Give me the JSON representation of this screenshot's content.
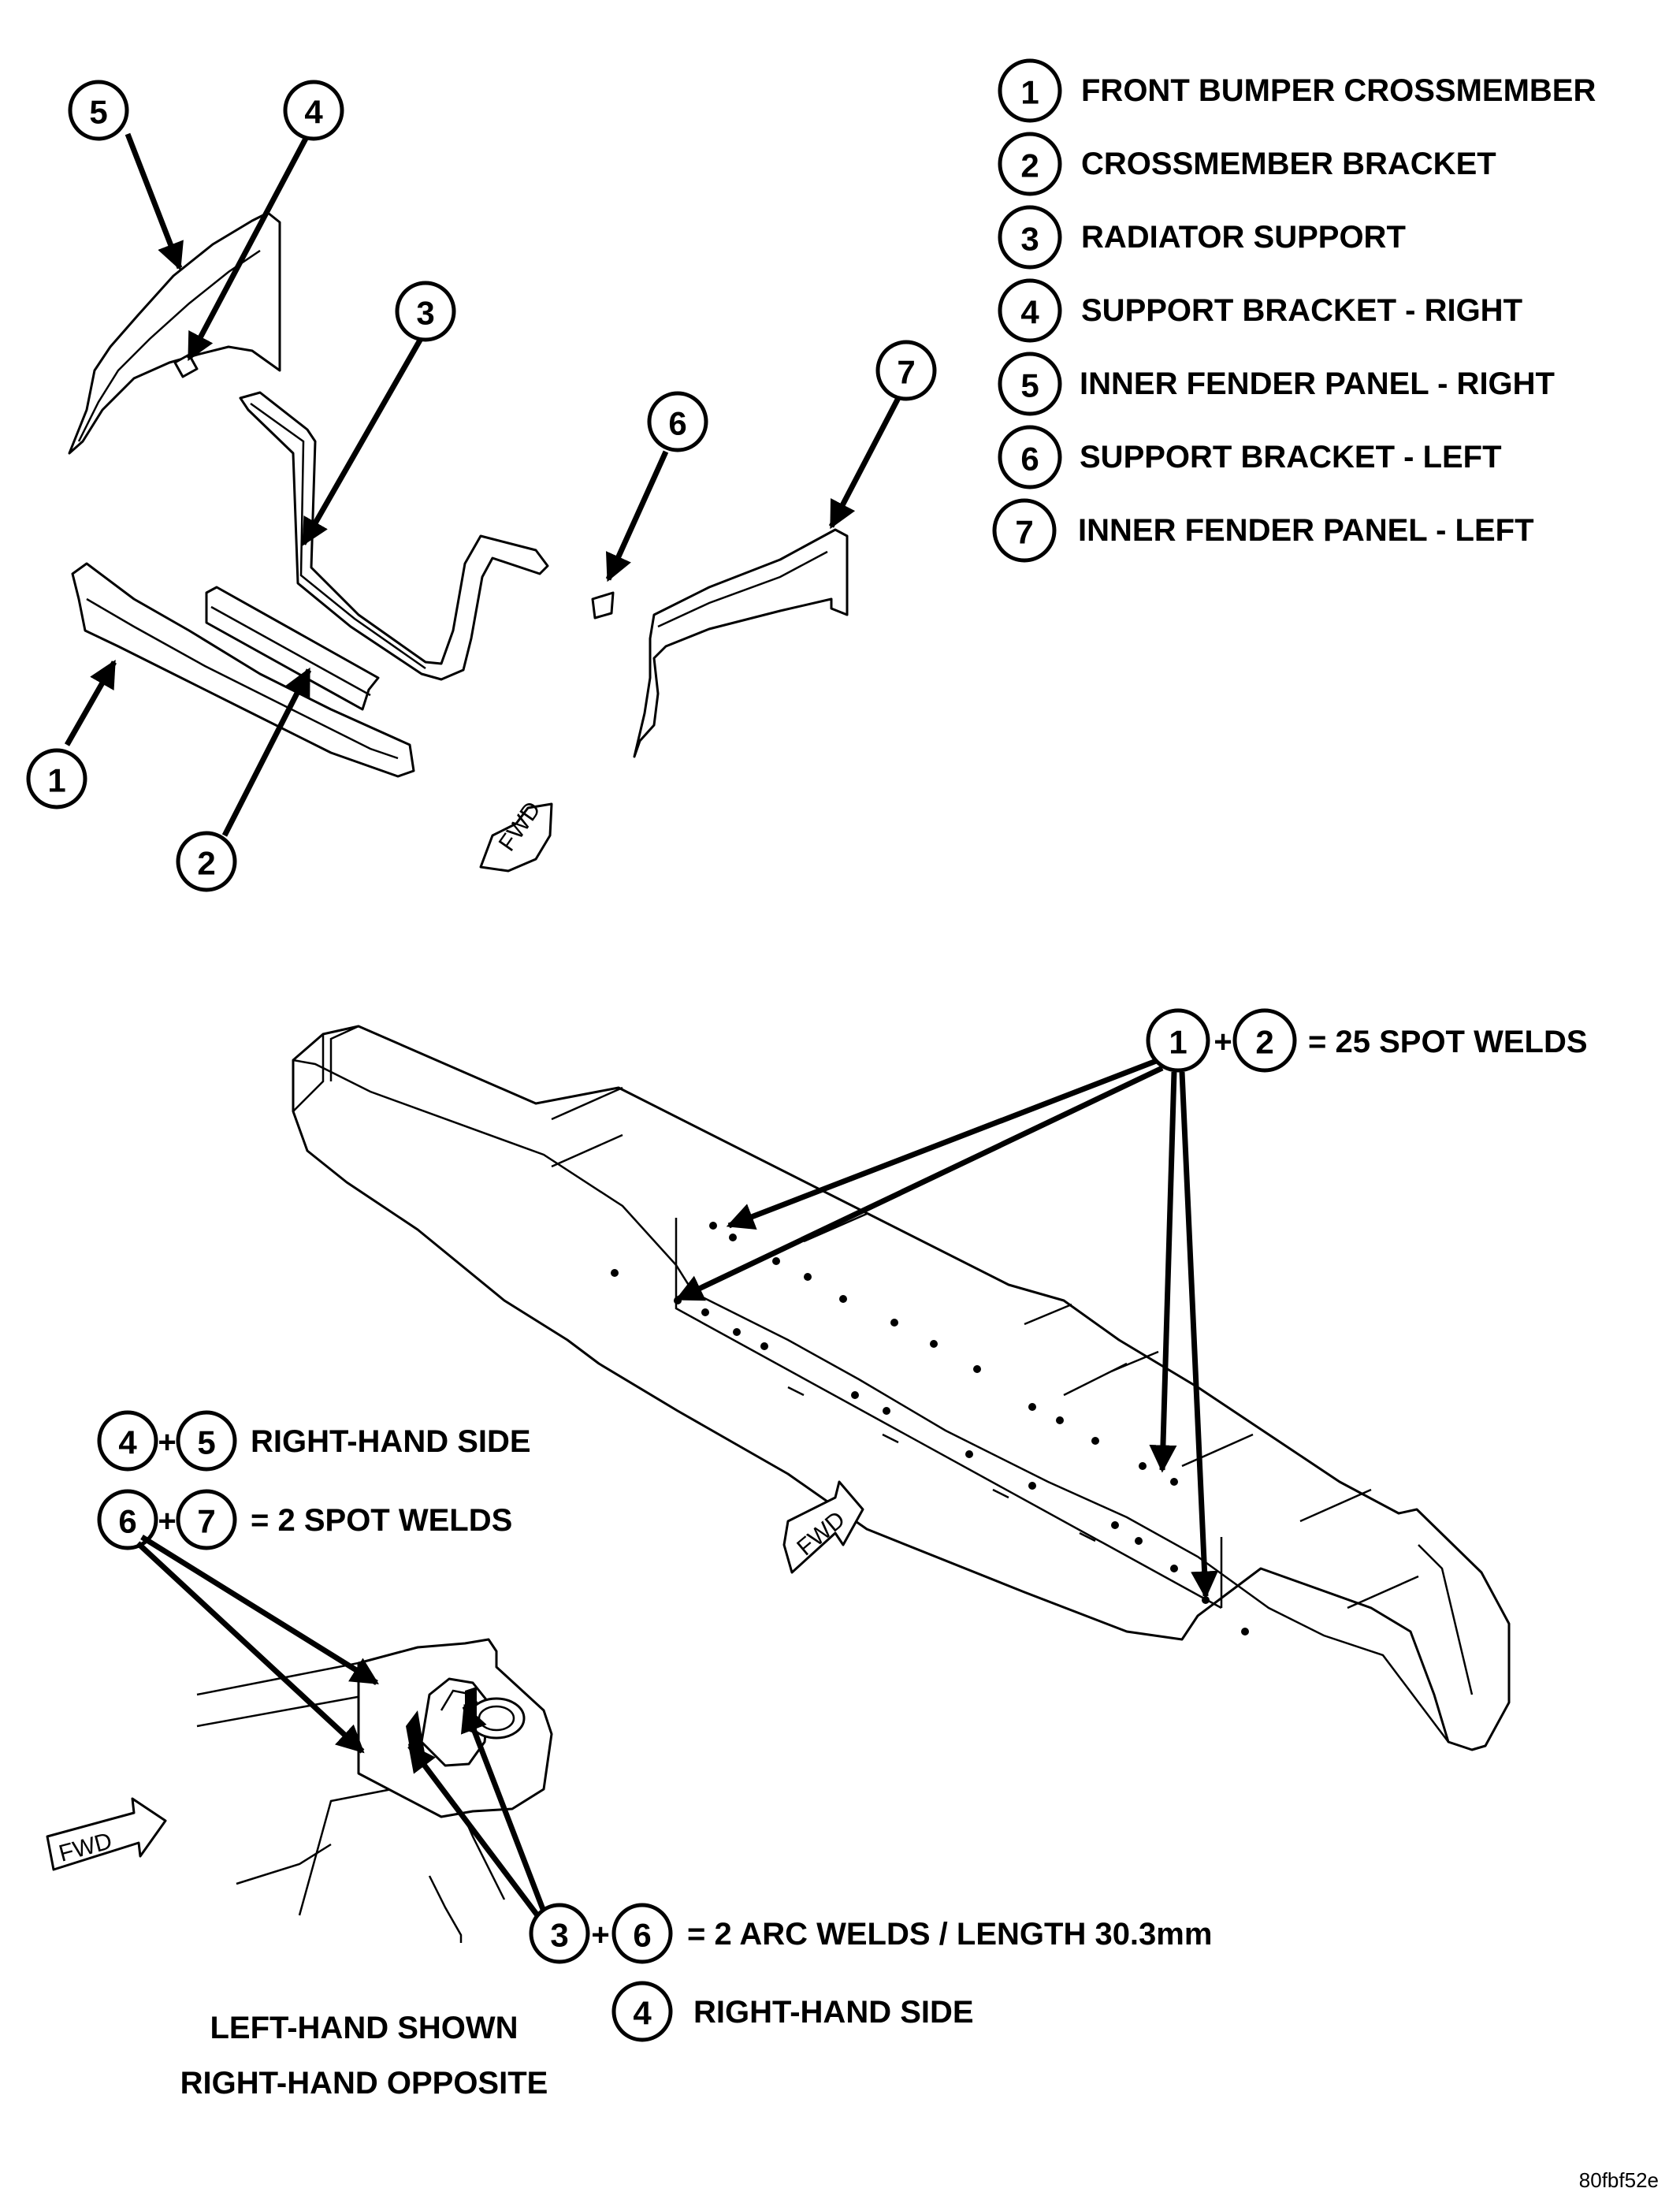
{
  "legend": [
    {
      "num": "1",
      "label": "FRONT BUMPER CROSSMEMBER"
    },
    {
      "num": "2",
      "label": "CROSSMEMBER BRACKET"
    },
    {
      "num": "3",
      "label": "RADIATOR SUPPORT"
    },
    {
      "num": "4",
      "label": "SUPPORT BRACKET - RIGHT"
    },
    {
      "num": "5",
      "label": "INNER FENDER PANEL - RIGHT"
    },
    {
      "num": "6",
      "label": "SUPPORT BRACKET - LEFT"
    },
    {
      "num": "7",
      "label": "INNER FENDER PANEL - LEFT"
    }
  ],
  "callouts": {
    "c1": "1",
    "c2": "2",
    "c3": "3",
    "c4": "4",
    "c5": "5",
    "c6": "6",
    "c7": "7"
  },
  "weld_notes": {
    "spot_12": {
      "a": "1",
      "plus": "+",
      "b": "2",
      "text": "= 25 SPOT WELDS"
    },
    "side_45": {
      "a": "4",
      "plus": "+",
      "b": "5",
      "text": "RIGHT-HAND SIDE"
    },
    "spot_67": {
      "a": "6",
      "plus": "+",
      "b": "7",
      "text": "= 2 SPOT WELDS"
    },
    "arc_36": {
      "a": "3",
      "plus": "+",
      "b": "6",
      "text": "= 2 ARC WELDS / LENGTH 30.3mm"
    },
    "side_4": {
      "a": "4",
      "text": "RIGHT-HAND SIDE"
    }
  },
  "fwd_label": "FWD",
  "footnote": {
    "line1": "LEFT-HAND SHOWN",
    "line2": "RIGHT-HAND OPPOSITE"
  },
  "figure_id": "80fbf52e"
}
